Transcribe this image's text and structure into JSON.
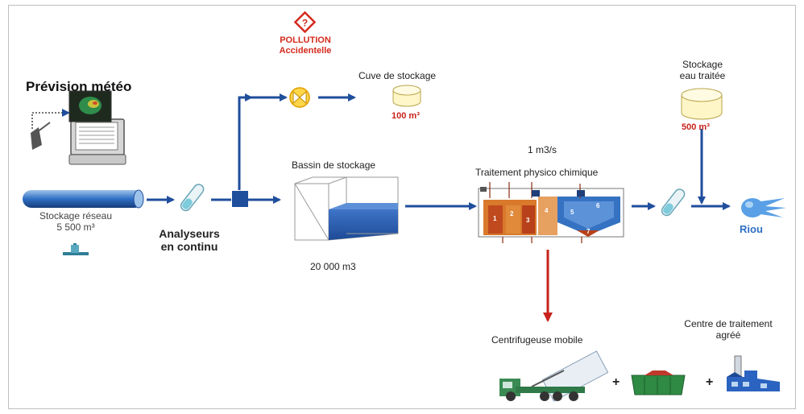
{
  "pollution": {
    "line1": "POLLUTION",
    "line2": "Accidentelle",
    "icon": "hazard-question-icon",
    "color": "#d42a1e"
  },
  "meteo": {
    "title": "Prévision météo",
    "icon": "computer-weather-icon"
  },
  "reseau": {
    "label": "Stockage réseau",
    "volume": "5 500 m³"
  },
  "analyseurs": {
    "line1": "Analyseurs",
    "line2": "en continu"
  },
  "cuve": {
    "label": "Cuve de stockage",
    "volume": "100 m³"
  },
  "bassin": {
    "label": "Bassin de stockage",
    "volume": "20 000 m3"
  },
  "traitement": {
    "flow": "1 m3/s",
    "label": "Traitement physico chimique"
  },
  "stockage_traitee": {
    "line1": "Stockage",
    "line2": "eau traitée",
    "volume": "500 m³"
  },
  "riou": {
    "label": "Riou"
  },
  "centrifugeuse": {
    "label": "Centrifugeuse mobile"
  },
  "centre": {
    "line1": "Centre de traitement",
    "line2": "agréé"
  },
  "plus_signs": [
    "+",
    "+"
  ],
  "colors": {
    "flow": "#1f4e9c",
    "sludge": "#c8231b",
    "volume_red": "#c8231b",
    "riou": "#2f6fc4"
  }
}
